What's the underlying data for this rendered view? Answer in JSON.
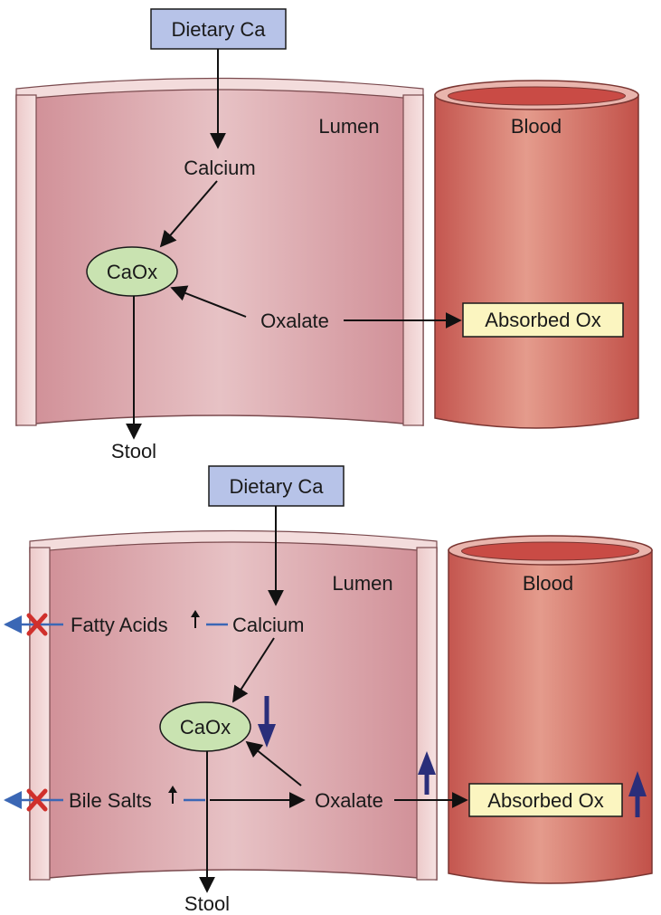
{
  "panel_top": {
    "dietary_ca": "Dietary Ca",
    "lumen": "Lumen",
    "blood": "Blood",
    "calcium": "Calcium",
    "caox": "CaOx",
    "oxalate": "Oxalate",
    "absorbed_ox": "Absorbed Ox",
    "stool": "Stool"
  },
  "panel_bottom": {
    "dietary_ca": "Dietary Ca",
    "lumen": "Lumen",
    "blood": "Blood",
    "calcium": "Calcium",
    "fatty_acids": "Fatty Acids",
    "bile_salts": "Bile Salts",
    "caox": "CaOx",
    "oxalate": "Oxalate",
    "absorbed_ox": "Absorbed Ox",
    "stool": "Stool"
  },
  "colors": {
    "gut_wall": "#d9909a",
    "gut_rim": "#f2d6d6",
    "vessel": "#d2675f",
    "dietary_box": "#b7c3e8",
    "absorbed_box": "#fbf5c0",
    "caox_fill": "#c9e3b1",
    "blocked_x": "#d0302c",
    "blue_line": "#3b67b5",
    "indicator_arrow": "#2a2e7a"
  },
  "icons": {
    "blocked": "x-mark-icon",
    "increase": "up-arrow-icon",
    "decrease": "down-arrow-icon"
  }
}
